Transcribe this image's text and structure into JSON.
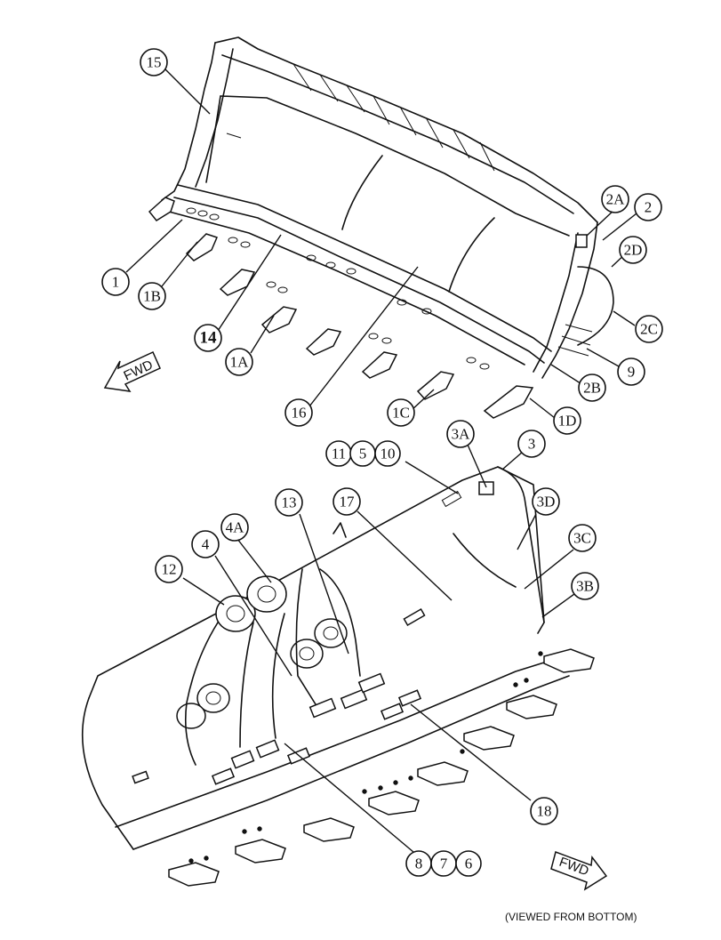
{
  "callouts_top": [
    "15",
    "2A",
    "2",
    "2D",
    "2C",
    "9",
    "2B",
    "1D",
    "1C",
    "16",
    "1A",
    "14",
    "1B",
    "1"
  ],
  "callouts_bottom": [
    "11",
    "5",
    "10",
    "3A",
    "3",
    "3D",
    "3C",
    "3B",
    "17",
    "13",
    "4A",
    "4",
    "12",
    "18",
    "8",
    "7",
    "6"
  ],
  "fwd_arrows": [
    {
      "label": "FWD"
    },
    {
      "label": "FWD"
    }
  ],
  "caption": "(VIEWED FROM BOTTOM)"
}
